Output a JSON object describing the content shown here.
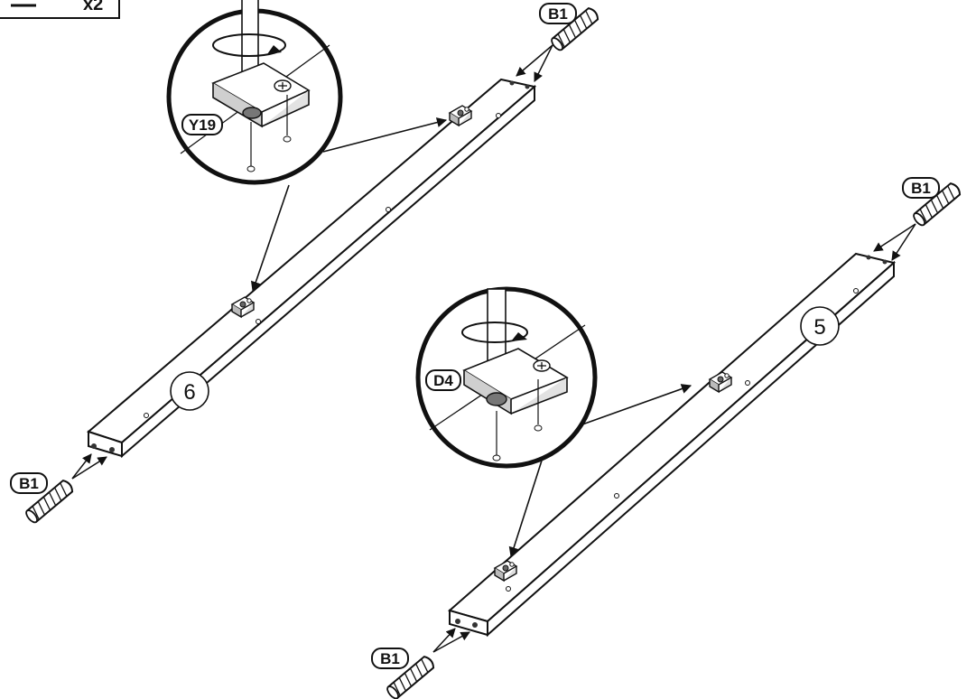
{
  "legend": {
    "quantity_text": "x2"
  },
  "panels": {
    "panel_6": {
      "number": "6"
    },
    "panel_5": {
      "number": "5"
    }
  },
  "parts": {
    "b1": "B1",
    "y19": "Y19",
    "d4": "D4"
  },
  "colors": {
    "line": "#111111",
    "fill": "#ffffff",
    "shade": "#cfcfcf"
  }
}
